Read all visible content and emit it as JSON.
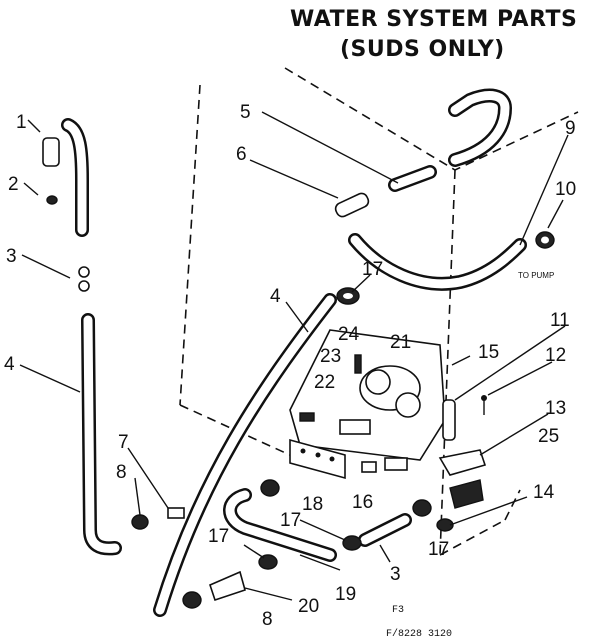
{
  "title": {
    "line1": "WATER SYSTEM PARTS",
    "line2": "(SUDS ONLY)"
  },
  "callouts": {
    "c1": "1",
    "c2": "2",
    "c3a": "3",
    "c3b": "3",
    "c4a": "4",
    "c4b": "4",
    "c5": "5",
    "c6": "6",
    "c7": "7",
    "c8a": "8",
    "c8b": "8",
    "c9": "9",
    "c10": "10",
    "c11": "11",
    "c12": "12",
    "c13": "13",
    "c14": "14",
    "c15": "15",
    "c16": "16",
    "c17a": "17",
    "c17b": "17",
    "c17c": "17",
    "c17d": "17",
    "c18": "18",
    "c19": "19",
    "c20": "20",
    "c21": "21",
    "c22": "22",
    "c23": "23",
    "c24": "24",
    "c25": "25"
  },
  "labels": {
    "to_pump": "TO PUMP"
  },
  "footer": {
    "figure": "F3",
    "code": "F/8228 3120"
  }
}
